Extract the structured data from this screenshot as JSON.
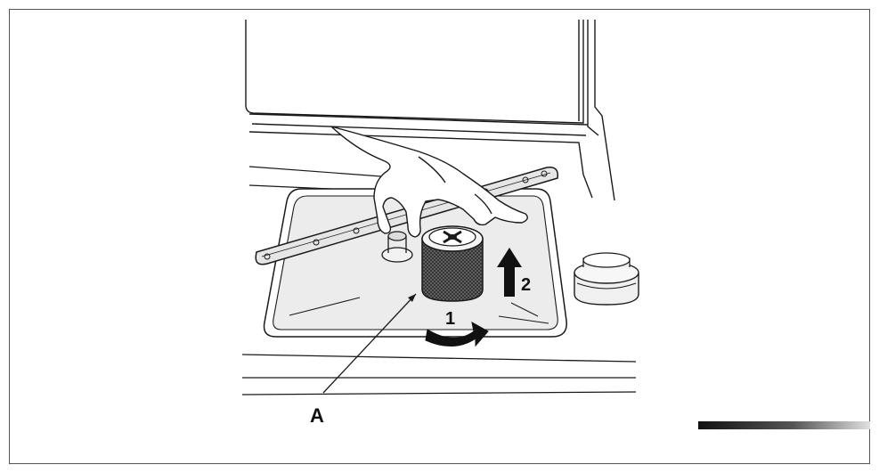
{
  "figure": {
    "callout_label": "A",
    "step_rotate": "1",
    "step_lift": "2"
  },
  "icons": {
    "rotate": "curved-arrow-icon",
    "lift": "up-arrow-icon"
  },
  "colors": {
    "line": "#1a1a1a",
    "tub_fill": "#ececec",
    "filter_mesh": "#4a4a4a",
    "arrow_fill": "#111111"
  }
}
